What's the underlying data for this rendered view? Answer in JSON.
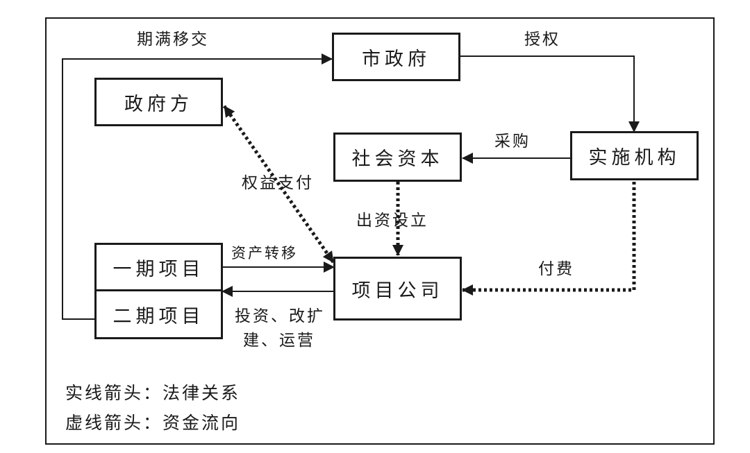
{
  "nodes": {
    "city_gov": "市政府",
    "government": "政府方",
    "social_capital": "社会资本",
    "implementing_agency": "实施机构",
    "phase1": "一期项目",
    "phase2": "二期项目",
    "project_company": "项目公司"
  },
  "edges": {
    "handover": "期满移交",
    "authorize": "授权",
    "procure": "采购",
    "equity_payment": "权益支付",
    "capital_setup": "出资设立",
    "asset_transfer": "资产转移",
    "invest_line1": "投资、改扩",
    "invest_line2": "建、运营",
    "fee": "付费"
  },
  "legend": {
    "solid": "实线箭头：法律关系",
    "dashed": "虚线箭头：资金流向"
  },
  "colors": {
    "stroke": "#1a1a1a",
    "background": "#ffffff"
  }
}
